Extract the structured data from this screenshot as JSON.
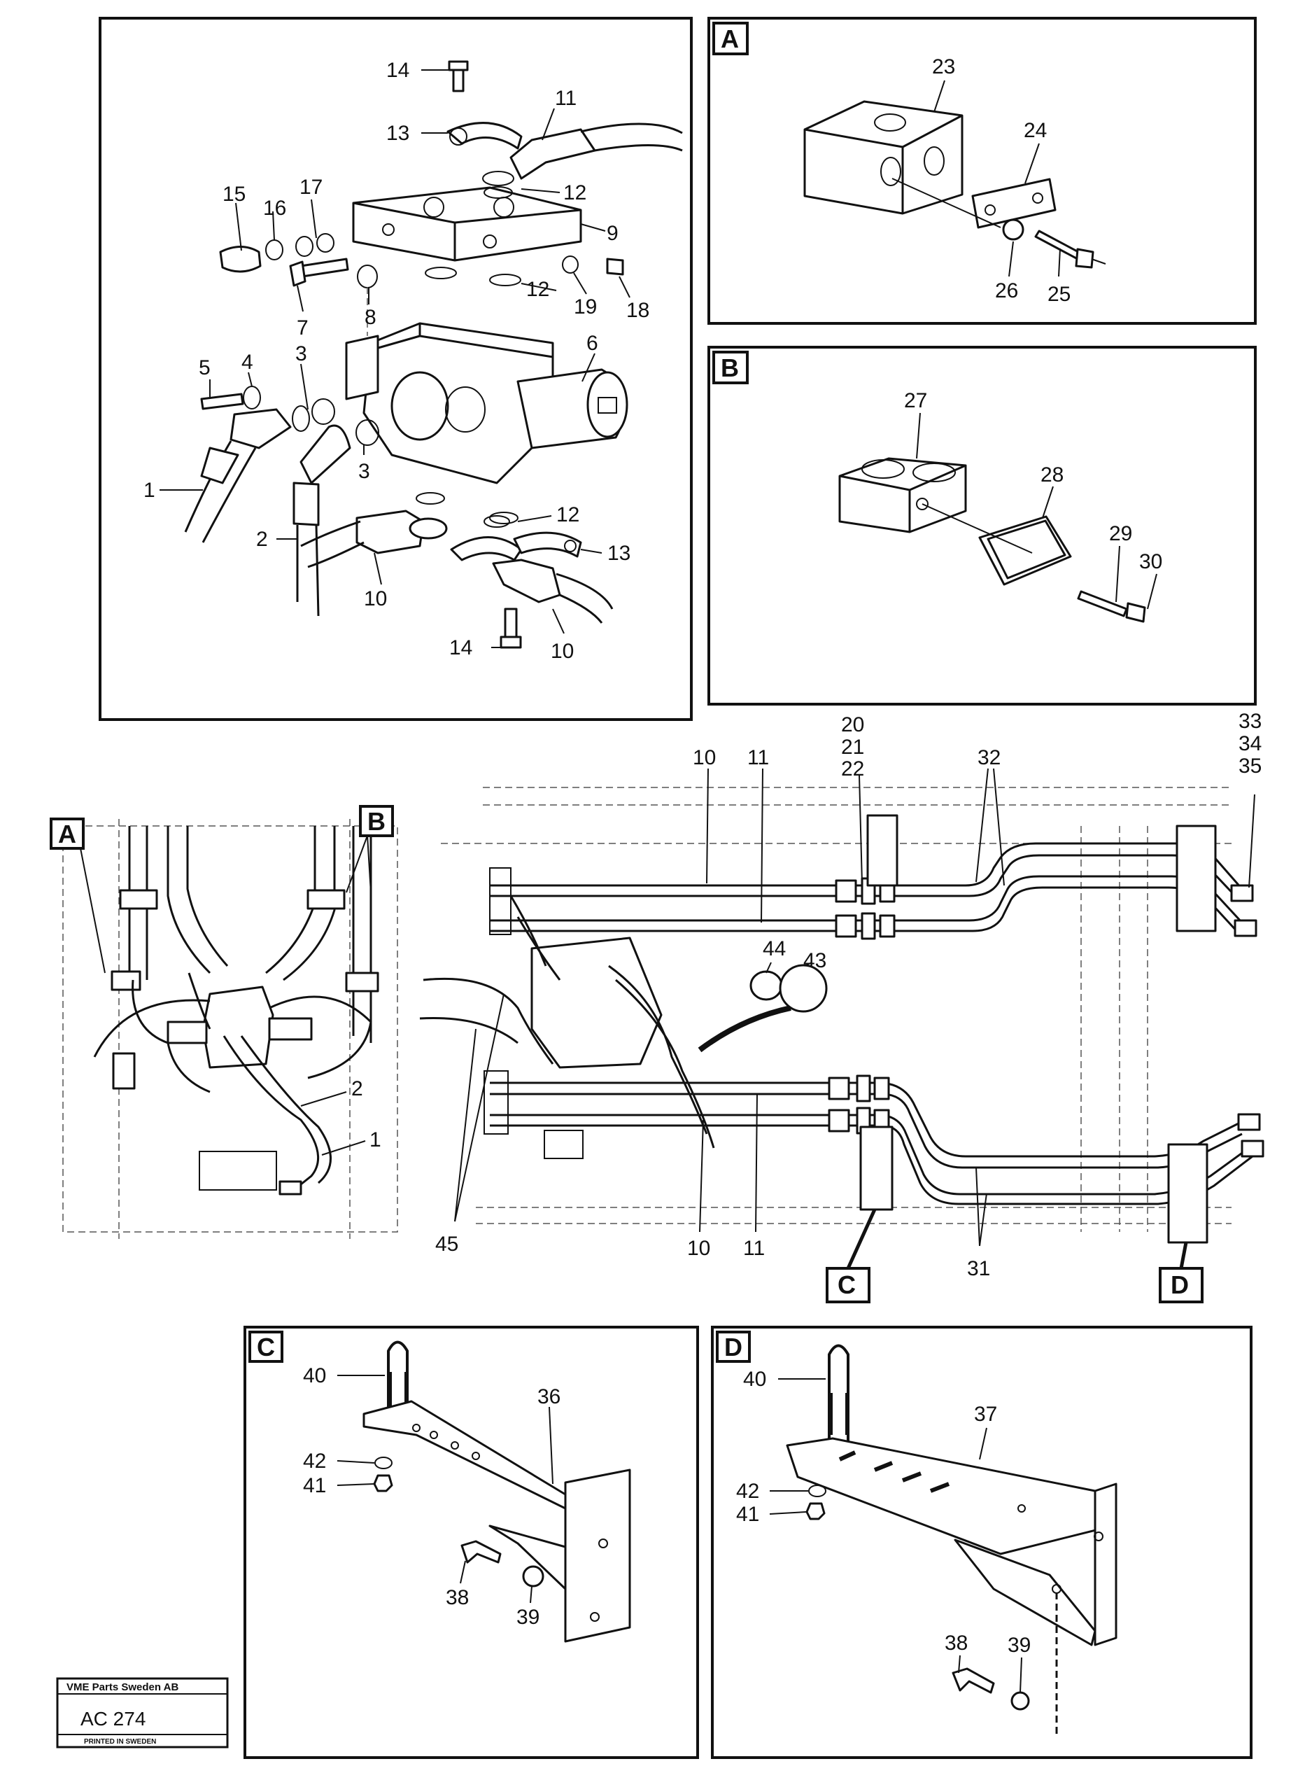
{
  "callouts": {
    "n1": "1",
    "n2": "2",
    "n3": "3",
    "n4": "4",
    "n5": "5",
    "n6": "6",
    "n7": "7",
    "n8": "8",
    "n9": "9",
    "n10": "10",
    "n11": "11",
    "n12": "12",
    "n13": "13",
    "n14": "14",
    "n15": "15",
    "n16": "16",
    "n17": "17",
    "n18": "18",
    "n19": "19",
    "n20": "20",
    "n21": "21",
    "n22": "22",
    "n23": "23",
    "n24": "24",
    "n25": "25",
    "n26": "26",
    "n27": "27",
    "n28": "28",
    "n29": "29",
    "n30": "30",
    "n31": "31",
    "n32": "32",
    "n33": "33",
    "n34": "34",
    "n35": "35",
    "n36": "36",
    "n37": "37",
    "n38": "38",
    "n39": "39",
    "n40": "40",
    "n41": "41",
    "n42": "42",
    "n43": "43",
    "n44": "44",
    "n45": "45"
  },
  "detail_tags": {
    "a": "A",
    "b": "B",
    "c": "C",
    "d": "D"
  },
  "title_block": {
    "company": "VME Parts Sweden AB",
    "code": "AC 274",
    "printed": "PRINTED IN SWEDEN"
  }
}
